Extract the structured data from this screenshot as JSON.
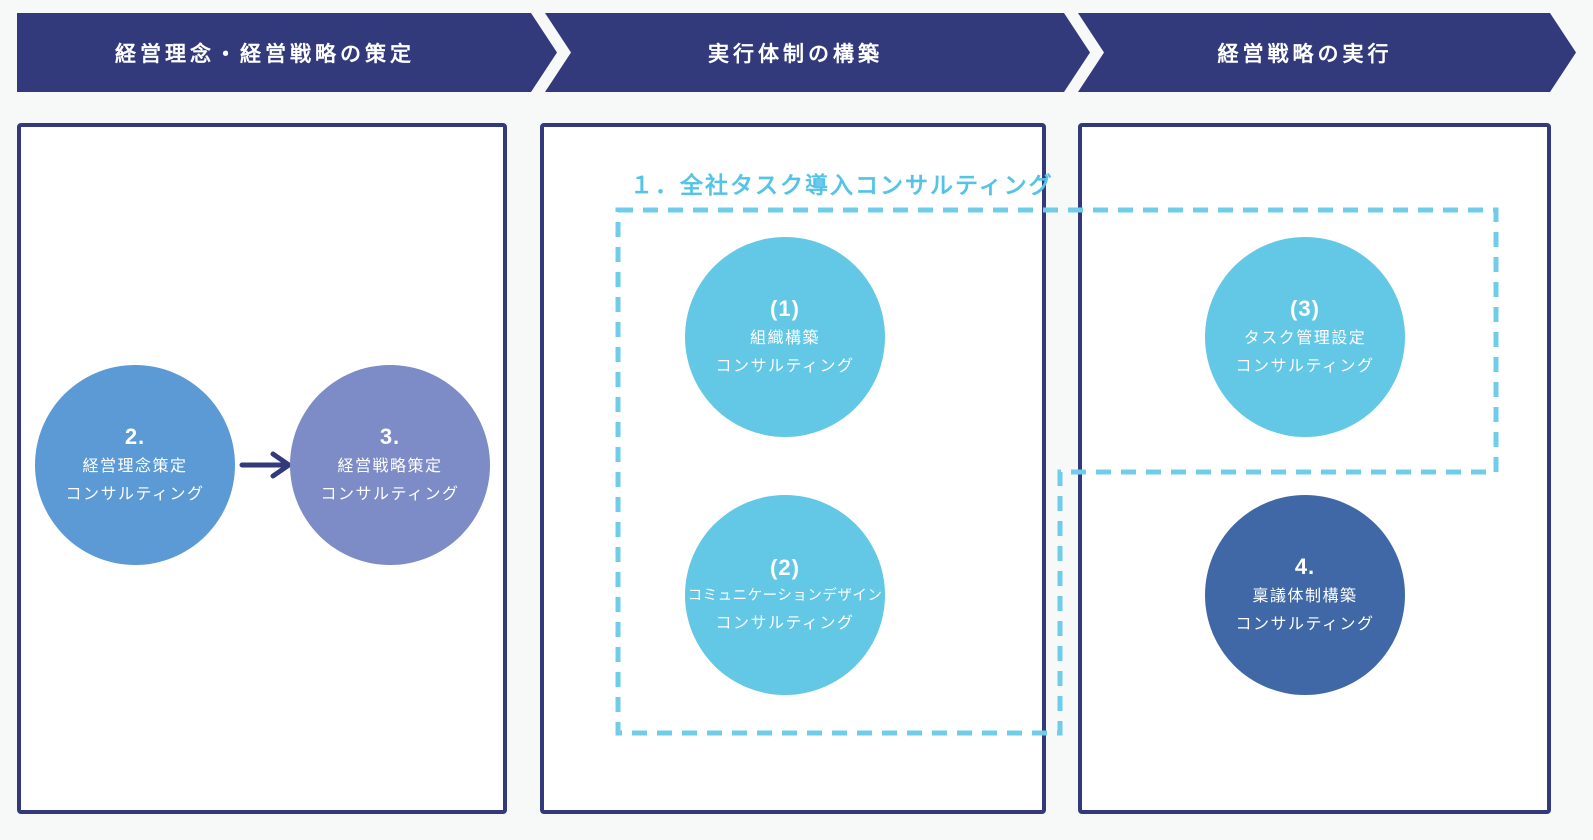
{
  "banners": [
    {
      "label": "経営理念・経営戦略の策定"
    },
    {
      "label": "実行体制の構築"
    },
    {
      "label": "経営戦略の実行"
    }
  ],
  "group_label": "１．全社タスク導入コンサルティング",
  "circles": {
    "c2": {
      "number": "2.",
      "line1": "経営理念策定",
      "line2": "コンサルティング"
    },
    "c3": {
      "number": "3.",
      "line1": "経営戦略策定",
      "line2": "コンサルティング"
    },
    "c1p": {
      "number": "(1)",
      "line1": "組織構築",
      "line2": "コンサルティング"
    },
    "c2p": {
      "number": "(2)",
      "line1": "コミュニケーションデザイン",
      "line2": "コンサルティング"
    },
    "c3p": {
      "number": "(3)",
      "line1": "タスク管理設定",
      "line2": "コンサルティング"
    },
    "c4": {
      "number": "4.",
      "line1": "稟議体制構築",
      "line2": "コンサルティング"
    }
  },
  "colors": {
    "navy": "#333A7C",
    "blue_circle": "#5B9AD4",
    "periwinkle_circle": "#7D8BC7",
    "cyan_circle": "#63C7E6",
    "dark_blue_circle": "#4068A6",
    "dashed_outline": "#6FCDE9",
    "group_label_text": "#54C3E8",
    "background": "#F7F8F8"
  }
}
